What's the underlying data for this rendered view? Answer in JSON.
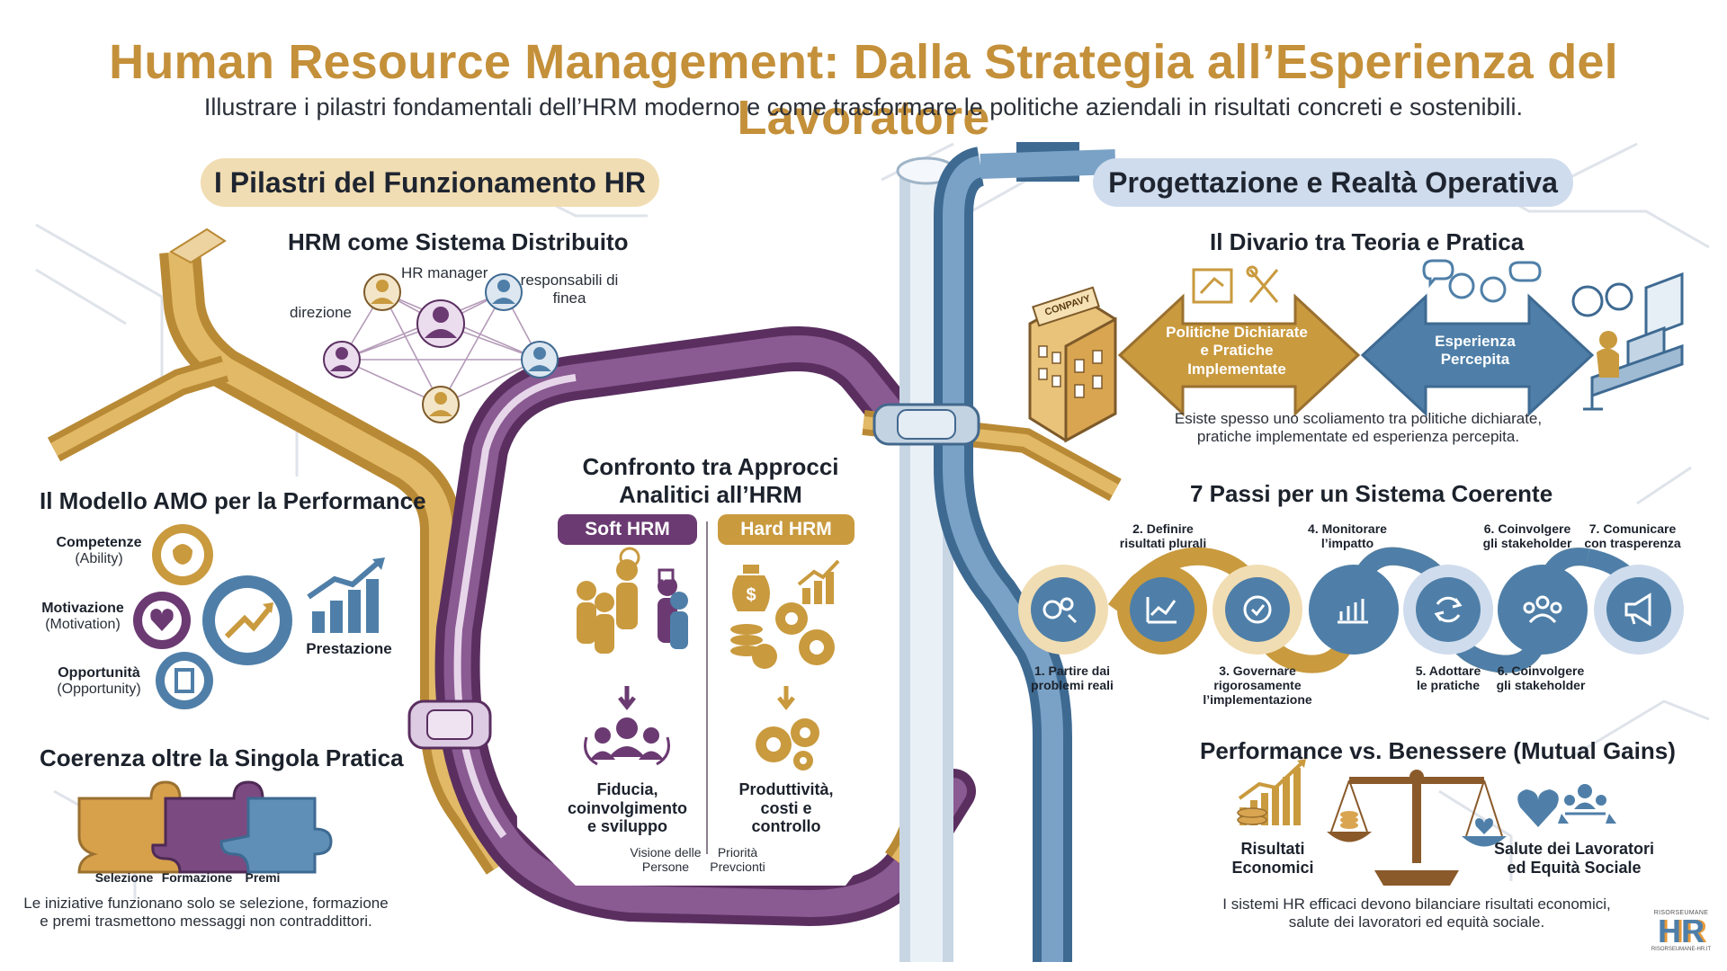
{
  "header": {
    "title": "Human Resource Management: Dalla Strategia all’Esperienza del Lavoratore",
    "subtitle": "Illustrare i pilastri fondamentali dell’HRM moderno e come trasformare le politiche aziendali in risultati concreti e sostenibili."
  },
  "left": {
    "pill": "I Pilastri del Funzionamento HR",
    "distributed": {
      "title": "HRM come Sistema Distribuito",
      "nodes": [
        "HR manager",
        "responsabili di finea",
        "direzione"
      ]
    },
    "amo": {
      "title": "Il Modello AMO per la Performance",
      "items": [
        {
          "label": "Competenze",
          "sub": "(Ability)"
        },
        {
          "label": "Motivazione",
          "sub": "(Motivation)"
        },
        {
          "label": "Opportunità",
          "sub": "(Opportunity)"
        }
      ],
      "result": "Prestazione"
    },
    "coherence": {
      "title": "Coerenza oltre la Singola Pratica",
      "pieces": [
        "Selezione",
        "Formazione",
        "Premi"
      ],
      "note_line1": "Le iniziative funzionano solo se selezione, formazione",
      "note_line2": "e premi trasmettono messaggi non contraddittori."
    }
  },
  "center": {
    "title_line1": "Confronto tra Approcci",
    "title_line2": "Analitici all’HRM",
    "soft": {
      "tag": "Soft HRM",
      "result_lines": [
        "Fiducia,",
        "coinvolgimento",
        "e sviluppo"
      ],
      "note_lines": [
        "Visione delle",
        "Persone"
      ]
    },
    "hard": {
      "tag": "Hard HRM",
      "result_lines": [
        "Produttività,",
        "costi e",
        "controllo"
      ],
      "note_lines": [
        "Priorità",
        "Prevcionti"
      ]
    }
  },
  "right": {
    "pill": "Progettazione e Realtà Operativa",
    "gap": {
      "title": "Il Divario tra Teoria e Pratica",
      "building_sign": "CONPAVY",
      "left_arrow_lines": [
        "Politiche Dichiarate",
        "e Pratiche",
        "Implementate"
      ],
      "right_arrow_lines": [
        "Esperienza",
        "Percepita"
      ],
      "note_line1": "Esiste spesso uno scoliamento tra politiche dichiarate,",
      "note_line2": "pratiche implementate ed esperienza percepita."
    },
    "steps": {
      "title": "7 Passi per un Sistema Coerente",
      "top_labels": [
        [
          "2. Definire",
          "risultati plurali"
        ],
        [
          "4. Monitorare",
          "l’impatto"
        ],
        [
          "6. Coinvolgere",
          "gli stakeholder"
        ],
        [
          "7. Comunicare",
          "con trasperenza"
        ]
      ],
      "bottom_labels": [
        [
          "1. Partire dai",
          "problemi reali"
        ],
        [
          "3. Governare",
          "rigorosamente",
          "l’implementazione"
        ],
        [
          "5. Adottare",
          "le pratiche"
        ],
        [
          "6. Coinvolgere",
          "gli stakeholder"
        ]
      ],
      "icons": [
        "gears-search-icon",
        "chart-line-icon",
        "gear-check-icon",
        "bar-chart-icon",
        "cycle-icon",
        "people-group-icon",
        "megaphone-icon"
      ]
    },
    "mutual": {
      "title": "Performance vs. Benessere (Mutual Gains)",
      "left_lines": [
        "Risultati",
        "Economici"
      ],
      "right_lines": [
        "Salute dei Lavoratori",
        "ed Equità Sociale"
      ],
      "note_line1": "I sistemi HR efficaci devono bilanciare risultati economici,",
      "note_line2": "salute dei lavoratori ed equità sociale."
    }
  },
  "logo": {
    "top": "RISORSEUMANE",
    "mark": "HR",
    "bottom": "RISORSEUMANE-HR.IT"
  },
  "colors": {
    "gold": "#c99a3e",
    "purple": "#6b3a72",
    "blue": "#4f7fa8",
    "ink": "#1f2530"
  }
}
